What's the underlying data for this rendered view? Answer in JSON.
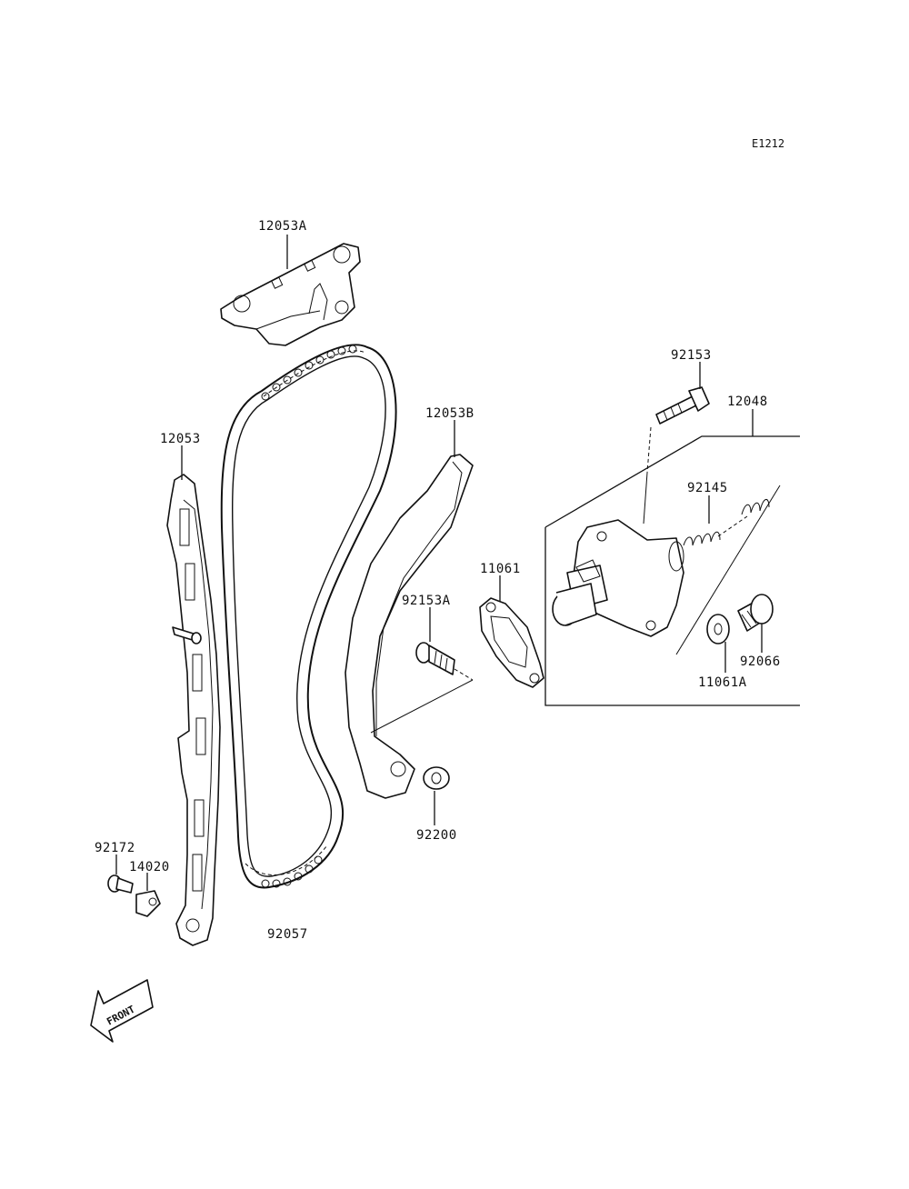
{
  "diagram_code": "E1212",
  "front_label": "FRONT",
  "callouts": {
    "guide_top": "12053A",
    "guide_left": "12053",
    "guide_right": "12053B",
    "bolt_top": "92153",
    "tensioner_assy": "12048",
    "spring": "92145",
    "gasket": "11061",
    "bolt_pivot": "92153A",
    "cap_bolt": "92066",
    "washer_small": "11061A",
    "washer_pivot": "92200",
    "screw": "92172",
    "clip": "14020",
    "chain": "92057"
  }
}
